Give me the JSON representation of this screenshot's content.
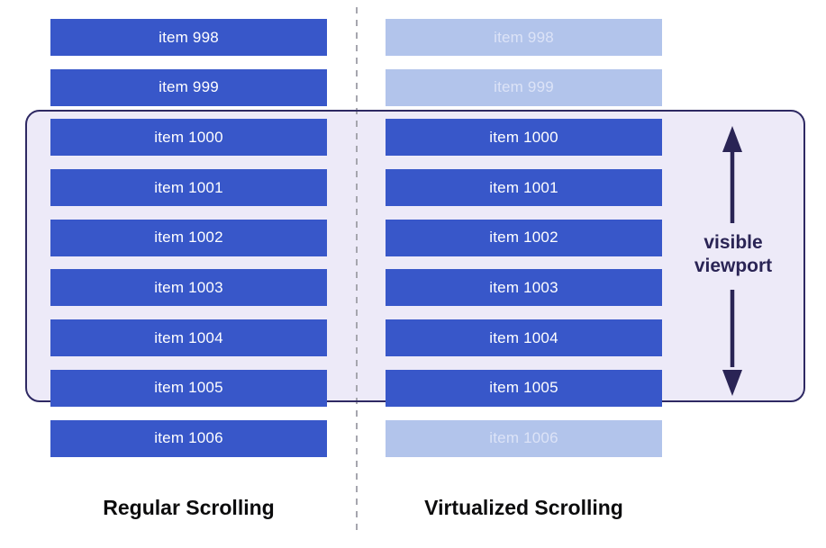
{
  "columns": {
    "left": {
      "caption": "Regular Scrolling",
      "items": [
        {
          "text": "item 998",
          "style": "solid"
        },
        {
          "text": "item 999",
          "style": "solid"
        },
        {
          "text": "item 1000",
          "style": "solid"
        },
        {
          "text": "item 1001",
          "style": "solid"
        },
        {
          "text": "item 1002",
          "style": "solid"
        },
        {
          "text": "item 1003",
          "style": "solid"
        },
        {
          "text": "item 1004",
          "style": "solid"
        },
        {
          "text": "item 1005",
          "style": "solid"
        },
        {
          "text": "item 1006",
          "style": "solid"
        }
      ]
    },
    "right": {
      "caption": "Virtualized Scrolling",
      "items": [
        {
          "text": "item 998",
          "style": "faded"
        },
        {
          "text": "item 999",
          "style": "faded"
        },
        {
          "text": "item 1000",
          "style": "solid"
        },
        {
          "text": "item 1001",
          "style": "solid"
        },
        {
          "text": "item 1002",
          "style": "solid"
        },
        {
          "text": "item 1003",
          "style": "solid"
        },
        {
          "text": "item 1004",
          "style": "solid"
        },
        {
          "text": "item 1005",
          "style": "solid"
        },
        {
          "text": "item 1006",
          "style": "faded"
        }
      ]
    }
  },
  "viewport": {
    "label_line1": "visible",
    "label_line2": "viewport"
  },
  "colors": {
    "solid_bar": "#3857C9",
    "faded_bar": "#B2C4EB",
    "faded_text": "#DCE3F7",
    "viewport_fill": "#EDEAF8",
    "viewport_border": "#2E2963",
    "arrow": "#2A2455",
    "divider": "#A6A6AE",
    "caption_text": "#0C0C0D"
  }
}
